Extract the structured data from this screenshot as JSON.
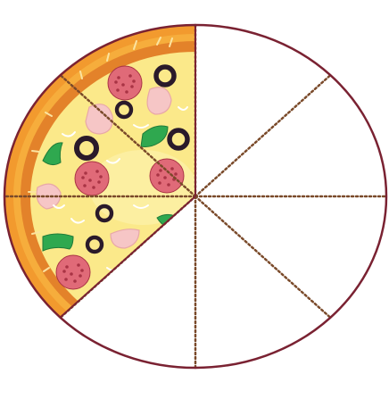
{
  "figure": {
    "kind": "pizza-fraction-circle",
    "total_slices": 8,
    "shaded_slices": 3,
    "shaded_fraction": 0.375
  },
  "colors": {
    "outline": "#7a2232",
    "divider": "#7a4a2a",
    "crust_outer": "#f29a2e",
    "crust_mid": "#f6ad3c",
    "crust_inner": "#e3822a",
    "cheese": "#fbe98a",
    "cheese_light": "#fdf3b0",
    "pepperoni": "#e06a78",
    "pepperoni_dot": "#a93445",
    "olive": "#2a1a2a",
    "green_pepper": "#2fa84f",
    "shrimp": "#f6c6c6",
    "empty_slice": "#ffffff"
  },
  "icons": {
    "pepperoni": "pepperoni-icon",
    "olive": "olive-ring-icon",
    "green_pepper": "green-pepper-icon",
    "shrimp": "shrimp-icon"
  }
}
